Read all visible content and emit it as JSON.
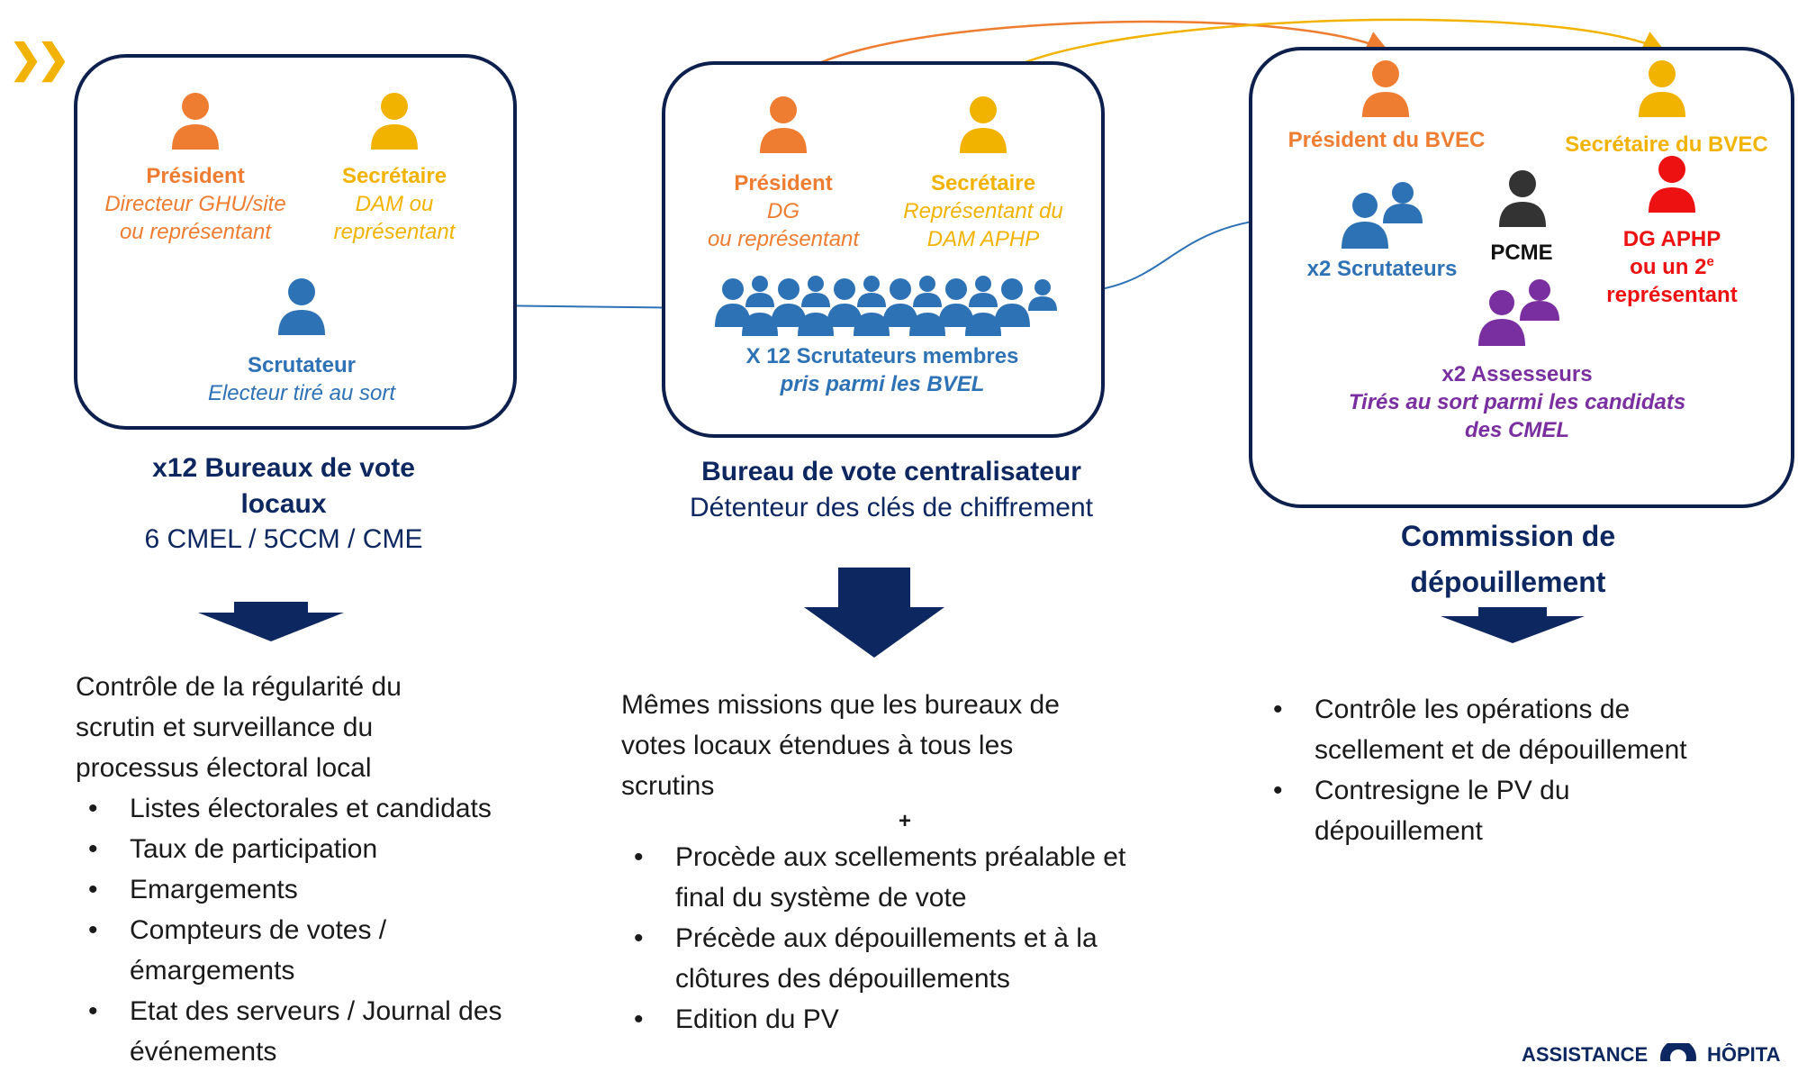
{
  "header": {
    "chevron_glyph": "❯❯",
    "accent_color": "#f2b300"
  },
  "local_bureaus": {
    "president": {
      "title": "Président",
      "line1": "Directeur GHU/site",
      "line2": "ou représentant"
    },
    "secretary": {
      "title": "Secrétaire",
      "line1": "DAM ou",
      "line2": "représentant"
    },
    "scrutineer": {
      "title": "Scrutateur",
      "line1": "Electeur tiré au sort"
    },
    "caption": {
      "line1": "x12 Bureaux de vote",
      "line2": "locaux",
      "line3": "6 CMEL / 5CCM / CME"
    },
    "mission_intro": [
      "Contrôle de la régularité du",
      "scrutin et surveillance du",
      "processus électoral local"
    ],
    "mission_items": [
      "Listes électorales et candidats",
      "Taux de participation",
      "Emargements",
      "Compteurs de votes / émargements",
      "Etat des serveurs / Journal des événements"
    ]
  },
  "central_bureau": {
    "president": {
      "title": "Président",
      "line1": "DG",
      "line2": "ou représentant"
    },
    "secretary": {
      "title": "Secrétaire",
      "line1": "Représentant du",
      "line2": "DAM APHP"
    },
    "scrutineers": {
      "line1": "X 12 Scrutateurs membres",
      "line2": "pris parmi les BVEL"
    },
    "caption": {
      "line1": "Bureau de vote centralisateur",
      "line2": "Détenteur des clés de chiffrement"
    },
    "mission_intro": [
      "Mêmes missions que les bureaux de",
      "votes locaux étendues à tous les",
      "scrutins"
    ],
    "plus": "+",
    "mission_items": [
      "Procède aux scellements préalable et final du système de vote",
      "Précède aux dépouillements et à la clôtures des dépouillements",
      "Edition du PV"
    ]
  },
  "commission": {
    "president": {
      "title": "Président du BVEC"
    },
    "secretary": {
      "title": "Secrétaire du BVEC"
    },
    "scrutineers": {
      "title": "x2 Scrutateurs"
    },
    "pcme": {
      "title": "PCME"
    },
    "dg": {
      "line1": "DG APHP",
      "line2": "ou un 2",
      "sup": "e",
      "line3": "représentant"
    },
    "assessors": {
      "title": "x2 Assesseurs",
      "line1": "Tirés au sort parmi les candidats",
      "line2": "des CMEL"
    },
    "caption": {
      "line1": "Commission de",
      "line2": "dépouillement"
    },
    "mission_items": [
      "Contrôle les opérations de scellement et de dépouillement",
      "Contresigne le PV du dépouillement"
    ]
  },
  "footer": {
    "logo_text_left": "ASSISTANCE",
    "logo_text_right": "HÔPITA"
  },
  "colors": {
    "orange": "#ee7d31",
    "yellow": "#f2b300",
    "blue": "#2e72b6",
    "navy": "#0d2760",
    "red": "#ee1111",
    "purple": "#7a2fa0",
    "dark": "#333333"
  }
}
